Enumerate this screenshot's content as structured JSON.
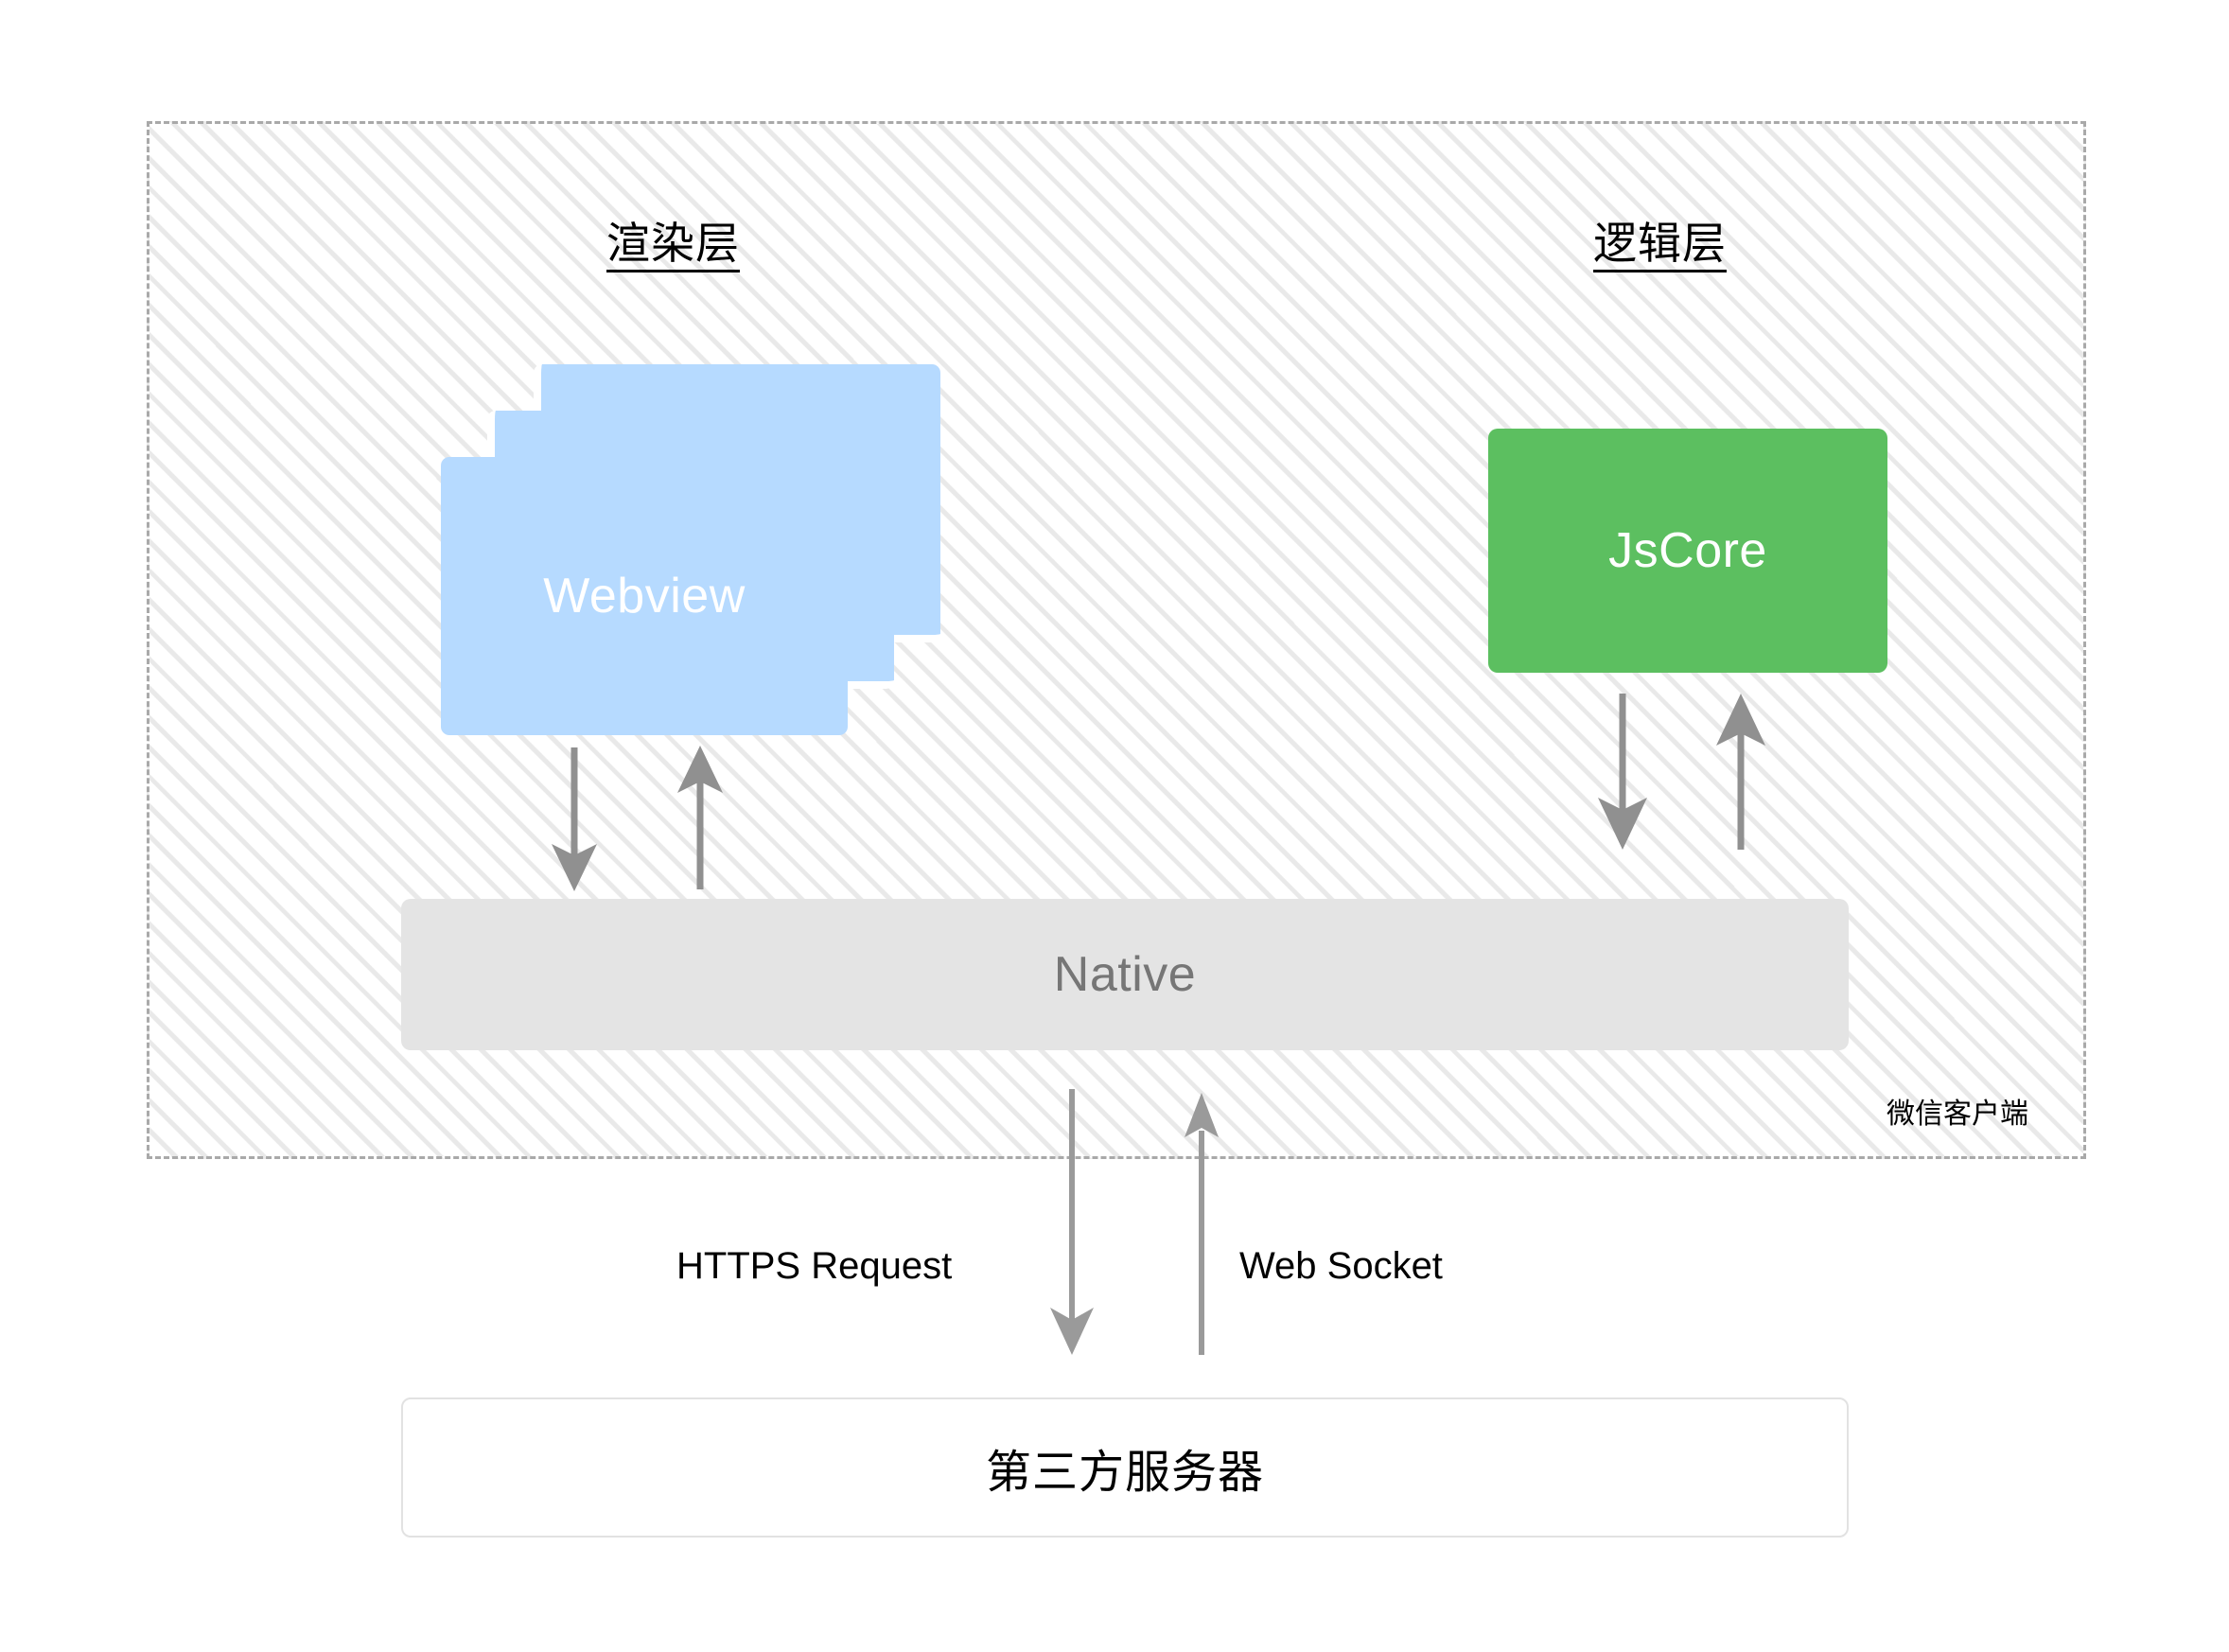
{
  "diagram": {
    "title_render_layer": "渲染层",
    "title_logic_layer": "逻辑层",
    "client_boundary_label": "微信客户端",
    "nodes": {
      "webview": "Webview",
      "jscore": "JsCore",
      "native": "Native",
      "server": "第三方服务器"
    },
    "connectors": {
      "https_request": "HTTPS Request",
      "web_socket": "Web Socket"
    },
    "colors": {
      "webview_card": "#b6daff",
      "jscore_box": "#5cbf60",
      "native_bar": "#e4e4e4",
      "arrow": "#909090",
      "dashed_border": "#a9a9a9",
      "hatch_line": "#e9e9e9",
      "server_border": "#e2e2e2",
      "native_text": "#767676"
    }
  }
}
